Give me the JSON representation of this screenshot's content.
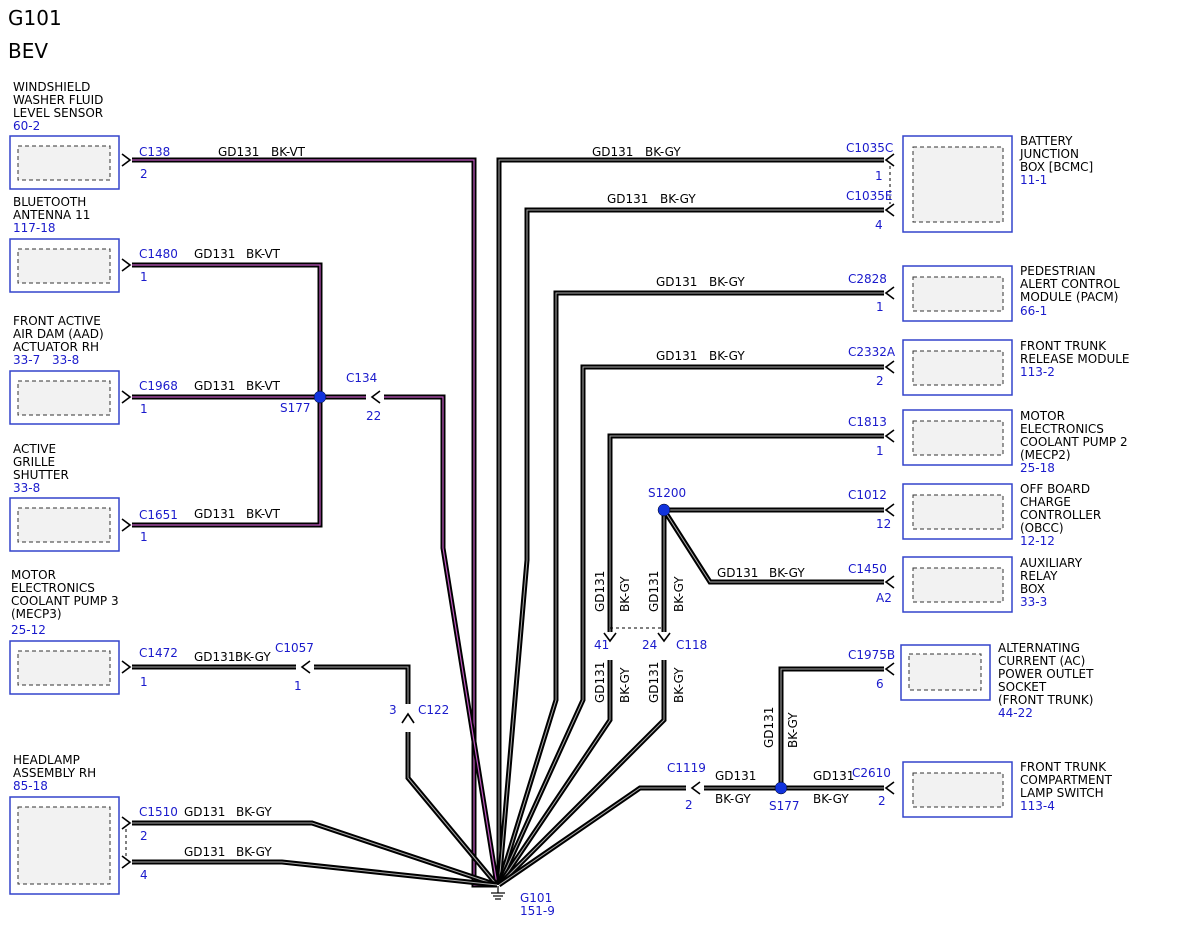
{
  "header": {
    "ground": "G101",
    "variant": "BEV"
  },
  "wire_a": {
    "circuit": "GD131",
    "color": "BK-VT"
  },
  "wire_b": {
    "circuit": "GD131",
    "color": "BK-GY"
  },
  "components": {
    "washer": {
      "l1": "WINDSHIELD",
      "l2": "WASHER FLUID",
      "l3": "LEVEL SENSOR",
      "ref": "60-2",
      "conn": "C138",
      "pin": "2"
    },
    "bluetooth": {
      "l1": "BLUETOOTH",
      "l2": "ANTENNA 11",
      "ref": "117-18",
      "conn": "C1480",
      "pin": "1"
    },
    "aad": {
      "l1": "FRONT ACTIVE",
      "l2": "AIR DAM (AAD)",
      "l3": "ACTUATOR RH",
      "ref1": "33-7",
      "ref2": "33-8",
      "conn": "C1968",
      "pin": "1"
    },
    "grille": {
      "l1": "ACTIVE",
      "l2": "GRILLE",
      "l3": "SHUTTER",
      "ref": "33-8",
      "conn": "C1651",
      "pin": "1"
    },
    "mecp3": {
      "l1": "MOTOR",
      "l2": "ELECTRONICS",
      "l3": "COOLANT PUMP 3",
      "l4": "(MECP3)",
      "ref": "25-12",
      "conn": "C1472",
      "pin": "1"
    },
    "headlamp": {
      "l1": "HEADLAMP",
      "l2": "ASSEMBLY RH",
      "ref": "85-18",
      "conn": "C1510",
      "pin_a": "2",
      "pin_b": "4"
    },
    "bjb": {
      "l1": "BATTERY",
      "l2": "JUNCTION",
      "l3": "BOX [BCMC]",
      "ref": "11-1",
      "conn_a": "C1035C",
      "pin_a": "1",
      "conn_b": "C1035E",
      "pin_b": "4"
    },
    "pacm": {
      "l1": "PEDESTRIAN",
      "l2": "ALERT CONTROL",
      "l3": "MODULE (PACM)",
      "ref": "66-1",
      "conn": "C2828",
      "pin": "1"
    },
    "trunk_release": {
      "l1": "FRONT TRUNK",
      "l2": "RELEASE MODULE",
      "ref": "113-2",
      "conn": "C2332A",
      "pin": "2"
    },
    "mecp2": {
      "l1": "MOTOR",
      "l2": "ELECTRONICS",
      "l3": "COOLANT PUMP 2",
      "l4": "(MECP2)",
      "ref": "25-18",
      "conn": "C1813",
      "pin": "1"
    },
    "obcc": {
      "l1": "OFF BOARD",
      "l2": "CHARGE",
      "l3": "CONTROLLER",
      "l4": "(OBCC)",
      "ref": "12-12",
      "conn": "C1012",
      "pin": "12"
    },
    "relay": {
      "l1": "AUXILIARY",
      "l2": "RELAY",
      "l3": "BOX",
      "ref": "33-3",
      "conn": "C1450",
      "pin": "A2"
    },
    "ac_outlet": {
      "l1": "ALTERNATING",
      "l2": "CURRENT (AC)",
      "l3": "POWER OUTLET",
      "l4": "SOCKET",
      "l5": "(FRONT TRUNK)",
      "ref": "44-22",
      "conn": "C1975B",
      "pin": "6"
    },
    "trunk_lamp": {
      "l1": "FRONT TRUNK",
      "l2": "COMPARTMENT",
      "l3": "LAMP SWITCH",
      "ref": "113-4",
      "conn": "C2610",
      "pin": "2"
    }
  },
  "inline": {
    "c134": {
      "conn": "C134",
      "pin": "22"
    },
    "c1057": {
      "conn": "C1057",
      "pin": "1"
    },
    "c122": {
      "conn": "C122",
      "pin": "3"
    },
    "c118": {
      "conn": "C118",
      "pin_a": "41",
      "pin_b": "24"
    },
    "c1119": {
      "conn": "C1119",
      "pin": "2"
    }
  },
  "splices": {
    "s177_upper": "S177",
    "s1200": "S1200",
    "s177_lower": "S177"
  },
  "ground_point": {
    "name": "G101",
    "ref": "151-9"
  }
}
